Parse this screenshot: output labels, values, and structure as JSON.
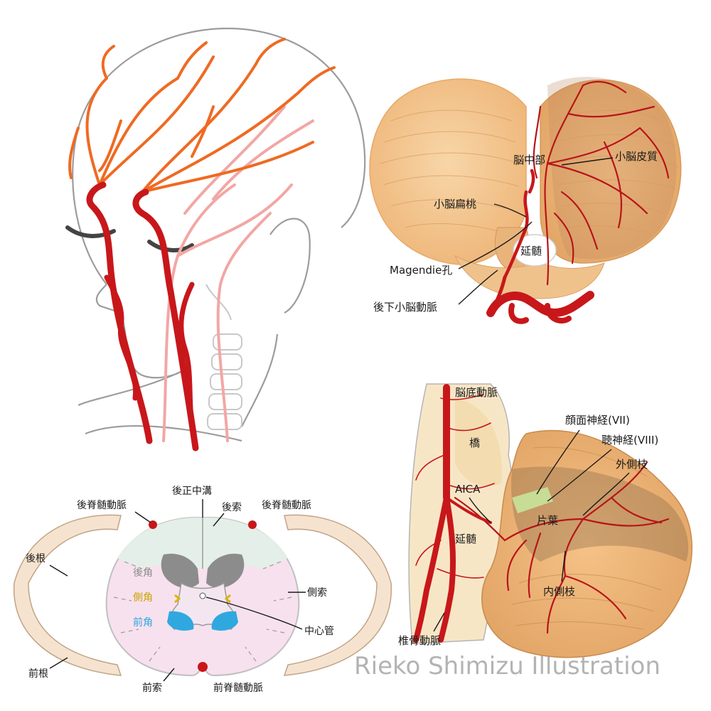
{
  "colors": {
    "artery": "#c8171b",
    "artery_orange": "#ef6a22",
    "artery_pink": "#f2a7a4",
    "outline": "#9c9c9c",
    "cerebellum": "#f3c48c",
    "cerebellum_dark": "#d69a5c",
    "cord_pink": "#f7e1ee",
    "cord_green": "#e4efe8",
    "gray_matter": "#8c8c8c",
    "anterior_horn": "#2fa8e0",
    "lateral_horn": "#d9b400",
    "root": "#f6e3cf",
    "nerve_green": "#c6e39a"
  },
  "cerebellum_panel": {
    "vermis": "脳中部",
    "cortex": "小脳皮質",
    "tonsil": "小脳扁桃",
    "medulla": "延髄",
    "magendie": "Magendie孔",
    "pica": "後下小脳動脈"
  },
  "spinal_panel": {
    "posterior_median_sulcus": "後正中溝",
    "posterior_spinal_artery_left": "後脊髄動脈",
    "posterior_spinal_artery_right": "後脊髄動脈",
    "posterior_funiculus": "後索",
    "posterior_root": "後根",
    "posterior_horn": "後角",
    "lateral_horn": "側角",
    "anterior_horn": "前角",
    "lateral_funiculus": "側索",
    "central_canal": "中心管",
    "anterior_root": "前根",
    "anterior_funiculus": "前索",
    "anterior_spinal_artery": "前脊髄動脈"
  },
  "brainstem_panel": {
    "basilar_artery": "脳底動脈",
    "pons": "橋",
    "facial_nerve": "顔面神経(VII)",
    "auditory_nerve": "聴神経(VIII)",
    "lateral_branch": "外側枝",
    "aica": "AICA",
    "flocculus": "片葉",
    "medulla": "延髄",
    "medial_branch": "内側枝",
    "vertebral_artery": "椎骨動脈"
  },
  "watermark": "Rieko Shimizu Illustration"
}
